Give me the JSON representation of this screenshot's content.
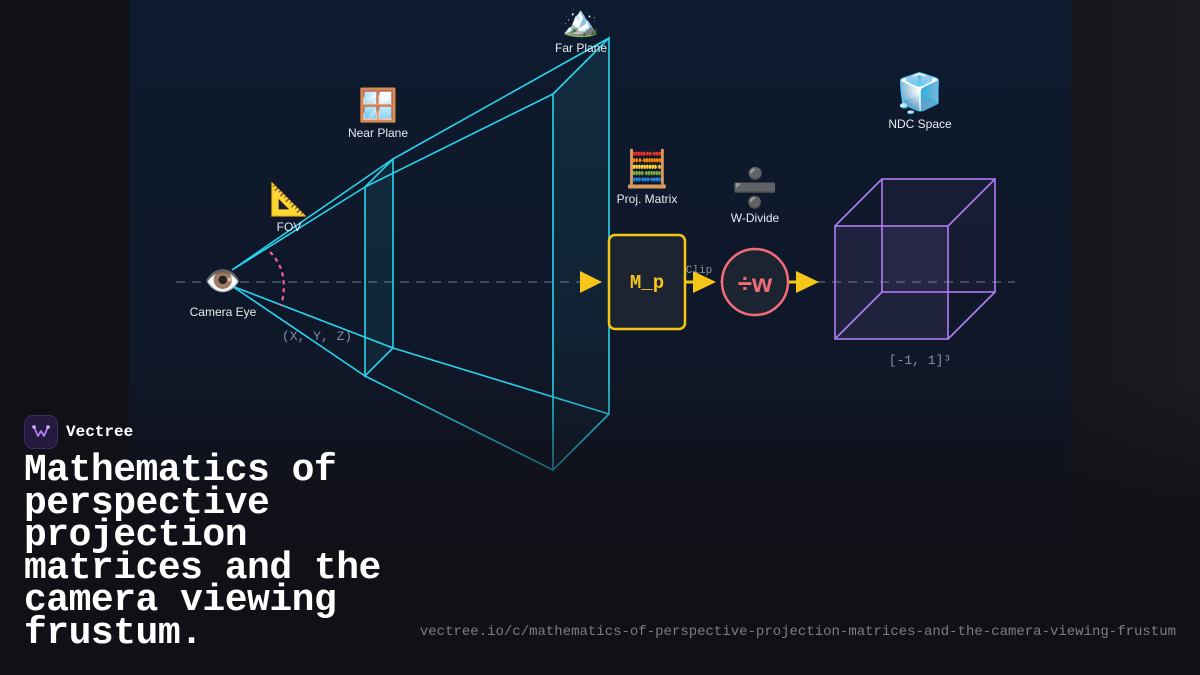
{
  "brand": {
    "name": "Vectree"
  },
  "headline": "Mathematics of perspective projection matrices and the camera viewing frustum.",
  "url": "vectree.io/c/mathematics-of-perspective-projection-matrices-and-the-camera-viewing-frustum",
  "diagram": {
    "camera": {
      "icon": "👁️",
      "label": "Camera Eye",
      "coords": "(X, Y, Z)"
    },
    "fov": {
      "icon": "📐",
      "label": "FOV"
    },
    "near_plane": {
      "icon": "🪟",
      "label": "Near Plane"
    },
    "far_plane": {
      "icon": "🏔️",
      "label": "Far Plane"
    },
    "proj_matrix": {
      "icon": "🧮",
      "label": "Proj. Matrix",
      "box_text": "M_p"
    },
    "clip_label": "Clip",
    "w_divide": {
      "icon": "➗",
      "label": "W-Divide",
      "circle_text": "÷w"
    },
    "ndc": {
      "icon": "🧊",
      "label": "NDC Space",
      "range": "[-1, 1]³"
    }
  },
  "colors": {
    "frustum": "#2ad3ee",
    "matrix_box": "#f5c518",
    "arrow": "#f5c518",
    "w_divide": "#f06c78",
    "cube": "#b07cf0",
    "fov_arc": "#ff5fa2",
    "axis": "#3c4a5e"
  }
}
